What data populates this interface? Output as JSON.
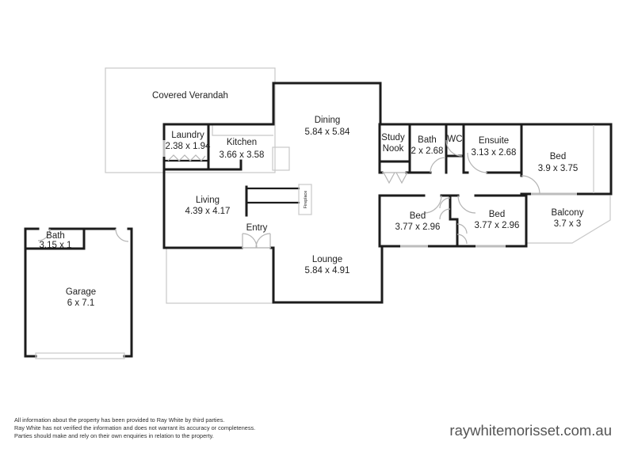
{
  "floorplan": {
    "rooms": [
      {
        "id": "covered-verandah",
        "lines": [
          "Covered Verandah"
        ]
      },
      {
        "id": "laundry",
        "lines": [
          "Laundry",
          "2.38 x 1.94"
        ]
      },
      {
        "id": "kitchen",
        "lines": [
          "Kitchen",
          "3.66 x 3.58"
        ]
      },
      {
        "id": "dining",
        "lines": [
          "Dining",
          "5.84 x 5.84"
        ]
      },
      {
        "id": "study-nook",
        "lines": [
          "Study",
          "Nook"
        ]
      },
      {
        "id": "bath",
        "lines": [
          "Bath",
          "2 x 2.68"
        ]
      },
      {
        "id": "wc",
        "lines": [
          "WC"
        ]
      },
      {
        "id": "ensuite",
        "lines": [
          "Ensuite",
          "3.13 x 2.68"
        ]
      },
      {
        "id": "bed-master",
        "lines": [
          "Bed",
          "3.9 x 3.75"
        ]
      },
      {
        "id": "living",
        "lines": [
          "Living",
          "4.39 x 4.17"
        ]
      },
      {
        "id": "entry",
        "lines": [
          "Entry"
        ]
      },
      {
        "id": "lounge",
        "lines": [
          "Lounge",
          "5.84 x 4.91"
        ]
      },
      {
        "id": "bed-2",
        "lines": [
          "Bed",
          "3.77 x 2.96"
        ]
      },
      {
        "id": "bed-3",
        "lines": [
          "Bed",
          "3.77 x 2.96"
        ]
      },
      {
        "id": "balcony",
        "lines": [
          "Balcony",
          "3.7 x 3"
        ]
      },
      {
        "id": "bath-garage",
        "lines": [
          "Bath",
          "3.15 x 1"
        ]
      },
      {
        "id": "garage",
        "lines": [
          "Garage",
          "6 x 7.1"
        ]
      }
    ],
    "features": {
      "fireplace_label": "Fireplace"
    },
    "colors": {
      "wall": "#1c1c1c",
      "light_outline": "#c8c8c8",
      "door_arc": "#b4b4b4",
      "window": "#bdbdbd",
      "label_text": "#1f1f1f",
      "disclaimer_text": "#2e2e2e",
      "website_text": "#545454"
    }
  },
  "footer": {
    "disclaimer_lines": [
      "All information about the property has been provided to Ray White by third parties.",
      "Ray White has not verified the information and does not warrant its accuracy or completeness.",
      "Parties should make and rely on their own enquiries in relation to the property."
    ],
    "website": "raywhitemorisset.com.au"
  }
}
